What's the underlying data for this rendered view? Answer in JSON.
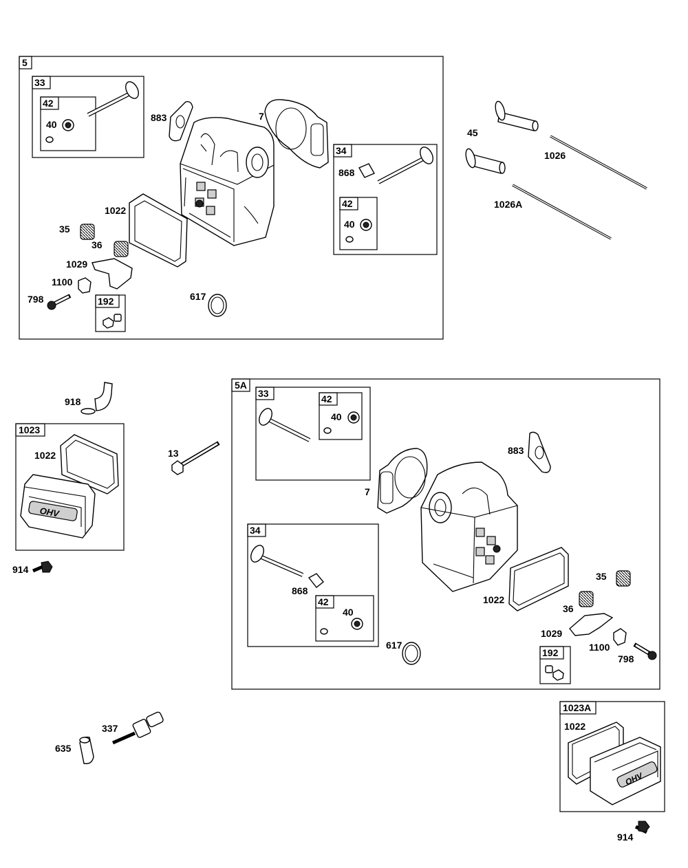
{
  "groups": {
    "g5": "5",
    "g5a": "5A",
    "g1023": "1023",
    "g1023a": "1023A"
  },
  "labels": {
    "v33": "33",
    "v42": "42",
    "v40": "40",
    "v883": "883",
    "v7": "7",
    "v34": "34",
    "v868": "868",
    "v42b": "42",
    "v40b": "40",
    "v1022": "1022",
    "v35": "35",
    "v36": "36",
    "v1029": "1029",
    "v1100": "1100",
    "v798": "798",
    "v192": "192",
    "v617": "617",
    "v45": "45",
    "v1026": "1026",
    "v1026a": "1026A",
    "v918": "918",
    "v1022c": "1022",
    "v914": "914",
    "v13": "13",
    "v337": "337",
    "v635": "635",
    "a33": "33",
    "a42": "42",
    "a40": "40",
    "a883": "883",
    "a7": "7",
    "a34": "34",
    "a868": "868",
    "a42b": "42",
    "a40b": "40",
    "a1022": "1022",
    "a35": "35",
    "a36": "36",
    "a1029": "1029",
    "a1100": "1100",
    "a798": "798",
    "a192": "192",
    "a617": "617",
    "a1022d": "1022",
    "a914": "914"
  },
  "cover_logo_text": "OHV"
}
